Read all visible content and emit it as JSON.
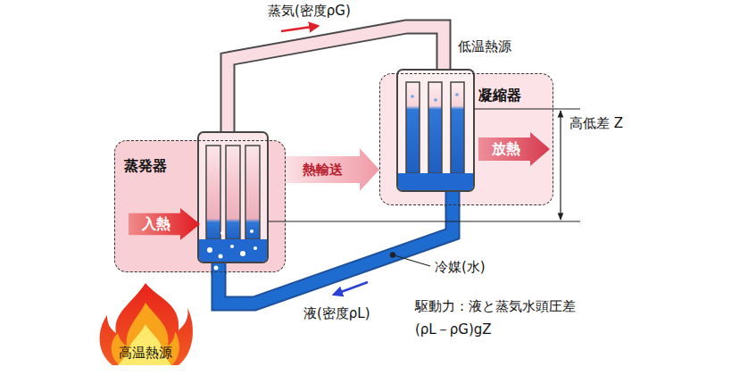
{
  "diagram": {
    "nodes": [
      {
        "text": [
          "低温熱源",
          "凝縮器"
        ]
      },
      {
        "text": [
          "放熱"
        ],
        "in": 0
      },
      {
        "text": [
          "蒸発器"
        ]
      },
      {
        "text": [
          "入熱"
        ],
        "in": 2
      },
      {
        "text": [
          "高温熱源"
        ]
      }
    ],
    "edges": [
      {
        "from": 2,
        "to": 0,
        "arrow": "none",
        "label": "蒸気(密度ρG)"
      },
      {
        "from": 2,
        "to": 0,
        "arrow": "to",
        "label": "熱輸送"
      },
      {
        "from": 0,
        "to": 2,
        "arrow": "none",
        "label": "液(密度ρL)"
      }
    ],
    "labels": [
      "高低差 Z",
      "冷媒(水)",
      "駆動力：液と蒸気水頭圧差",
      "(ρL－ρG)gZ"
    ]
  }
}
